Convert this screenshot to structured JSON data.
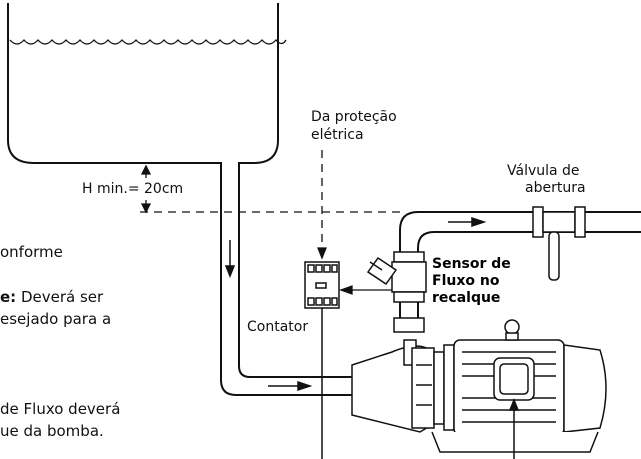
{
  "labels": {
    "h_min": "H min.= 20cm",
    "protection_line1": "Da proteção",
    "protection_line2": "elétrica",
    "valve_line1": "Válvula de",
    "valve_line2": "abertura",
    "sensor_line1": "Sensor de",
    "sensor_line2": "Fluxo no",
    "sensor_line3": "recalque",
    "contactor": "Contator"
  },
  "side_text": {
    "line1": "onforme",
    "line2_bold": "e:",
    "line2_rest": " Deverá ser",
    "line3": "esejado para a",
    "line4": "de Fluxo deverá",
    "line5": "ue da bomba."
  },
  "colors": {
    "line": "#111111",
    "background": "#ffffff"
  }
}
